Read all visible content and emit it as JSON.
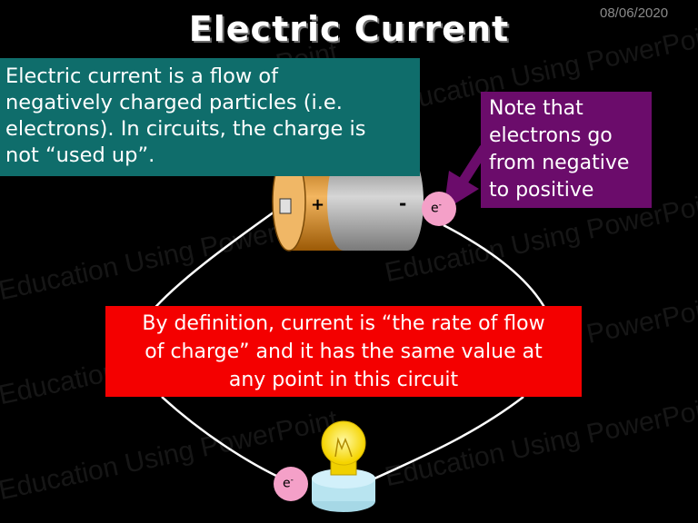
{
  "slide": {
    "date": "08/06/2020",
    "title": "Electric Current",
    "watermark": "Education Using PowerPoint"
  },
  "intro_box": {
    "lines": [
      "Electric current is a flow of",
      "negatively charged particles (i.e.",
      "electrons).  In circuits, the charge is",
      "not “used up”."
    ],
    "color": "#0f6d6b"
  },
  "note_box": {
    "lines": [
      "Note that",
      "electrons go",
      "from negative",
      "to positive"
    ],
    "color": "#6b0c6b"
  },
  "definition_box": {
    "lines": [
      "By definition, current is “the rate of flow",
      "of charge” and it has the same value at",
      "any point in this circuit"
    ],
    "color": "#f40000"
  },
  "battery": {
    "plus_label": "+",
    "minus_label": "-"
  },
  "electron_label": {
    "base": "e",
    "sup": "-"
  }
}
